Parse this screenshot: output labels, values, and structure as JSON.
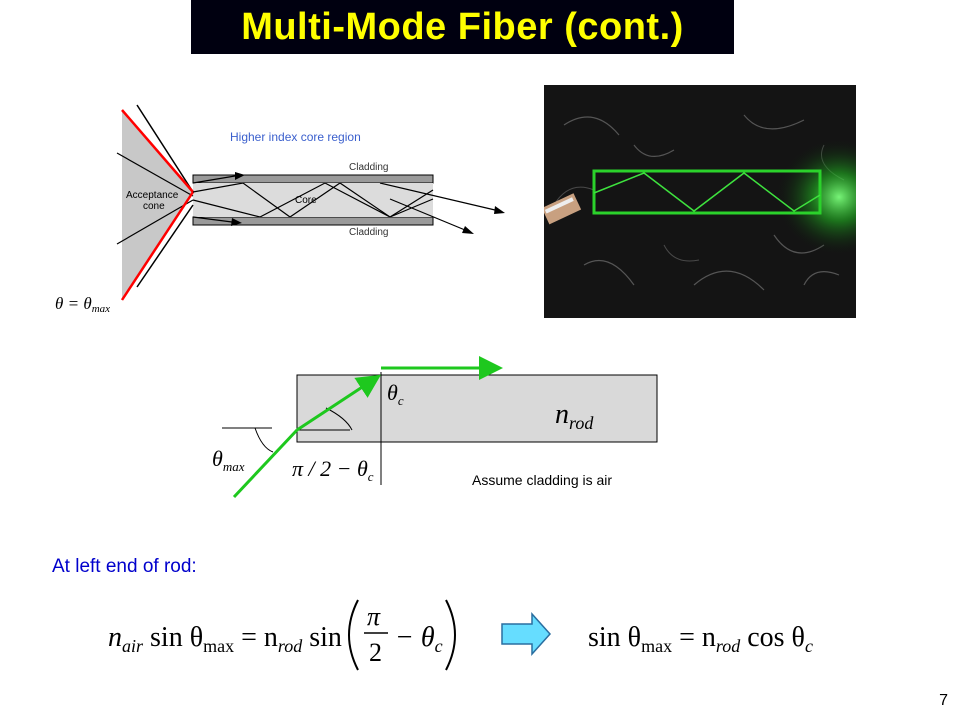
{
  "slide": {
    "title": "Multi-Mode Fiber (cont.)",
    "number": "7"
  },
  "fiber_diagram": {
    "caption": "Higher index core region",
    "cladding_top": "Cladding",
    "core": "Core",
    "cladding_bottom": "Cladding",
    "acceptance_line1": "Acceptance",
    "acceptance_line2": "cone",
    "theta_eq": "θ = θ",
    "theta_eq_sub": "max"
  },
  "rod_diagram": {
    "theta_c": "θ",
    "theta_c_sub": "c",
    "n_rod": "n",
    "n_rod_sub": "rod",
    "theta_max": "θ",
    "theta_max_sub": "max",
    "pi_expr": "π / 2 − θ",
    "pi_expr_sub": "c",
    "assume_text": "Assume cladding is air"
  },
  "equations": {
    "intro": "At left end of rod:",
    "lhs_n": "n",
    "lhs_n_sub": "air",
    "lhs_sin": " sin θ",
    "lhs_sin_sub": "max",
    "eq_rhs_n": " = n",
    "eq_rhs_n_sub": "rod",
    "eq_rhs_sin": " sin",
    "pi": "π",
    "two": "2",
    "minus_theta": "− θ",
    "minus_theta_sub": "c",
    "result_sin": "sin θ",
    "result_sin_sub": "max",
    "result_eq_n": " = n",
    "result_eq_n_sub": "rod",
    "result_cos": " cos θ",
    "result_cos_sub": "c"
  },
  "colors": {
    "title_text": "#ffff00",
    "title_bg": "#000010",
    "accent_blue": "#0000cc",
    "caption_blue": "#3a5fcd",
    "ray_green": "#1ec81e",
    "cone_red": "#ff0000",
    "theta_red": "#dd0000",
    "arrow_cyan": "#66ddff"
  }
}
